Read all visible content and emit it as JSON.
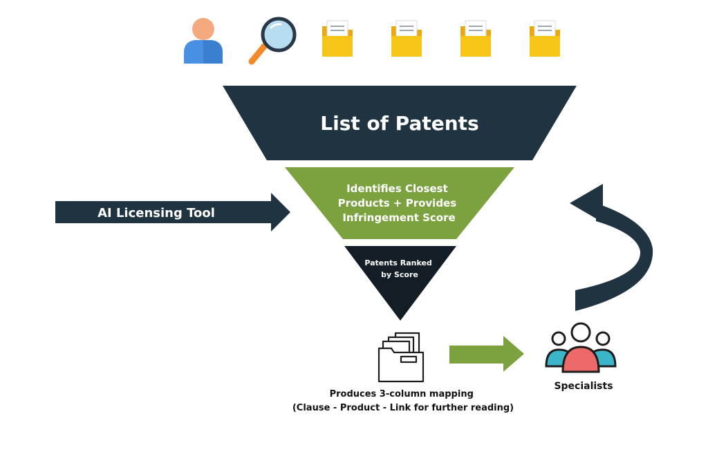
{
  "funnel": {
    "level1": {
      "label": "List of Patents"
    },
    "level2": {
      "lines": [
        "Identifies Closest",
        "Products + Provides",
        "Infringement Score"
      ]
    },
    "level3": {
      "lines": [
        "Patents Ranked",
        "by Score"
      ]
    }
  },
  "input_arrow": {
    "label": "AI Licensing Tool"
  },
  "output": {
    "lines": [
      "Produces 3-column mapping",
      "(Clause - Product - Link for further reading)"
    ]
  },
  "specialists": {
    "label": "Specialists"
  },
  "colors": {
    "dark_navy": "#1f3341",
    "green": "#7ba23f",
    "near_black": "#131d26",
    "folder_yellow": "#f5c518",
    "user_blue": "#4a90e2",
    "person_red": "#ee6a6a",
    "person_teal": "#3bb6c9"
  },
  "icons": [
    "user-icon",
    "magnifier-icon",
    "folder-icon",
    "folder-icon",
    "folder-icon",
    "folder-icon",
    "documents-box-icon",
    "team-icon",
    "loop-arrow-icon"
  ]
}
